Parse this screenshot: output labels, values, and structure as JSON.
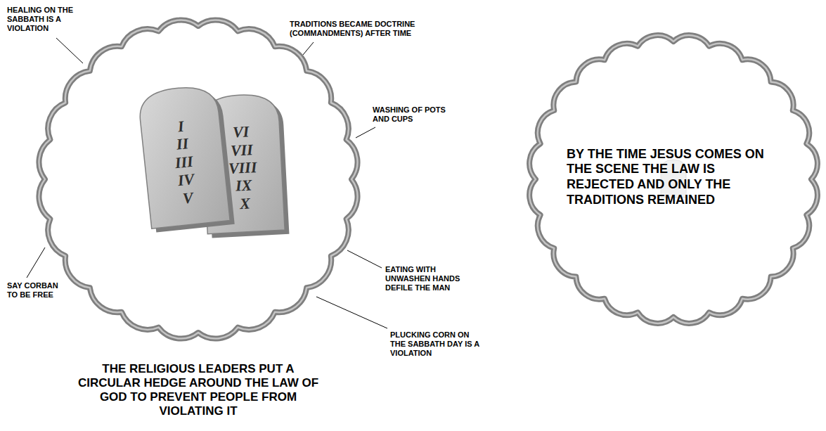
{
  "diagram": {
    "caption": "THE RELIGIOUS LEADERS PUT A CIRCULAR HEDGE AROUND THE LAW OF GOD TO PREVENT PEOPLE FROM VIOLATING IT",
    "nodes": [
      {
        "text": [
          "BY THE TIME JESUS COMES ON THE SCENE THE LAW IS REJECTED AND ONLY THE TRADITIONS REMAINED"
        ]
      }
    ],
    "labels": [
      "HEALING ON THE SABBATH IS A VIOLATION",
      "TRADITIONS BECAME DOCTRINE (COMMANDMENTS) AFTER TIME",
      "WASHING OF POTS AND CUPS",
      "SAY CORBAN TO BE FREE",
      "EATING WITH UNWASHEN HANDS DEFILE THE MAN",
      "PLUCKING CORN ON THE SABBATH DAY IS A VIOLATION",
      "I",
      "II",
      "III",
      "IV",
      "V",
      "VI",
      "VII",
      "VIII",
      "IX",
      "X"
    ]
  }
}
